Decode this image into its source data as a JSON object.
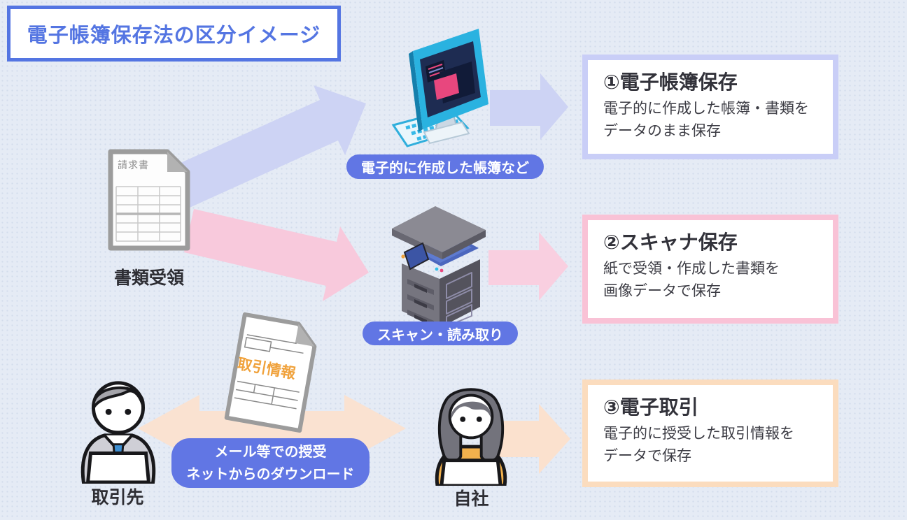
{
  "title": "電子帳簿保存法の区分イメージ",
  "source": {
    "doc_label": "請求書",
    "caption": "書類受領"
  },
  "flows": {
    "ebooks": {
      "badge": "電子的に作成した帳簿など",
      "heading": "①電子帳簿保存",
      "desc_line1": "電子的に作成した帳簿・書類を",
      "desc_line2": "データのまま保存"
    },
    "scanner": {
      "badge": "スキャン・読み取り",
      "heading": "②スキャナ保存",
      "desc_line1": "紙で受領・作成した書類を",
      "desc_line2": "画像データで保存"
    },
    "transaction": {
      "badge_line1": "メール等での授受",
      "badge_line2": "ネットからのダウンロード",
      "heading": "③電子取引",
      "desc_line1": "電子的に授受した取引情報を",
      "desc_line2": "データで保存",
      "doc_label": "取引情報",
      "partner_label": "取引先",
      "company_label": "自社"
    }
  },
  "icons": {
    "monitor": "desktop-computer",
    "scanner": "multifunction-copier",
    "invoice_doc": "paper-document",
    "transaction_doc": "paper-document-tilted",
    "partner": "businessman-with-laptop",
    "company": "woman-with-laptop"
  },
  "colors": {
    "background": "#E5EBF5",
    "title_blue": "#5475E2",
    "badge_blue": "#6176E4",
    "arrow_blue": "#CDD3F4",
    "arrow_pink": "#F8C9DC",
    "arrow_peach": "#FAE2D1",
    "box1_border": "#C9CEF7",
    "box2_border": "#F9C2D6",
    "box3_border": "#FBDCBE",
    "highlight_orange": "#F0A23C",
    "text_dark": "#33333B"
  }
}
